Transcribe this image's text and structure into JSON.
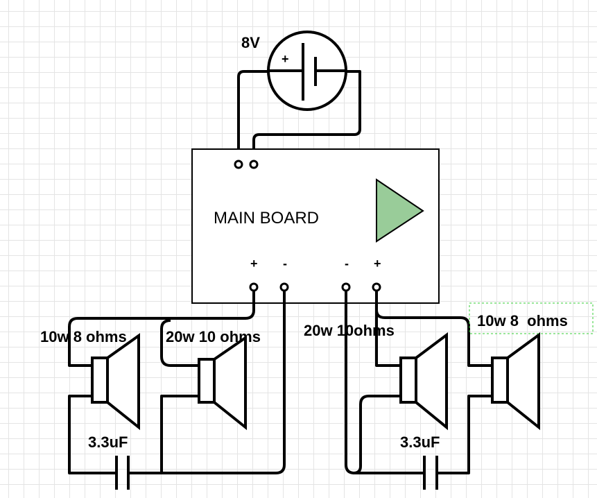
{
  "diagram": {
    "battery": {
      "label": "8V",
      "plus_sign": "+"
    },
    "main_board": {
      "title": "MAIN BOARD",
      "output_terminals": [
        "+",
        "-",
        "-",
        "+"
      ],
      "amp_color": "#99cc99"
    },
    "left_channel": {
      "speaker_1_label": "10w 8 ohms",
      "speaker_2_label": "20w 10 ohms",
      "capacitor_label": "3.3uF"
    },
    "right_channel": {
      "speaker_1_label": "20w 10ohms",
      "speaker_2_label": "10w 8  ohms",
      "capacitor_label": "3.3uF"
    },
    "selection_color": "#33cc33"
  }
}
